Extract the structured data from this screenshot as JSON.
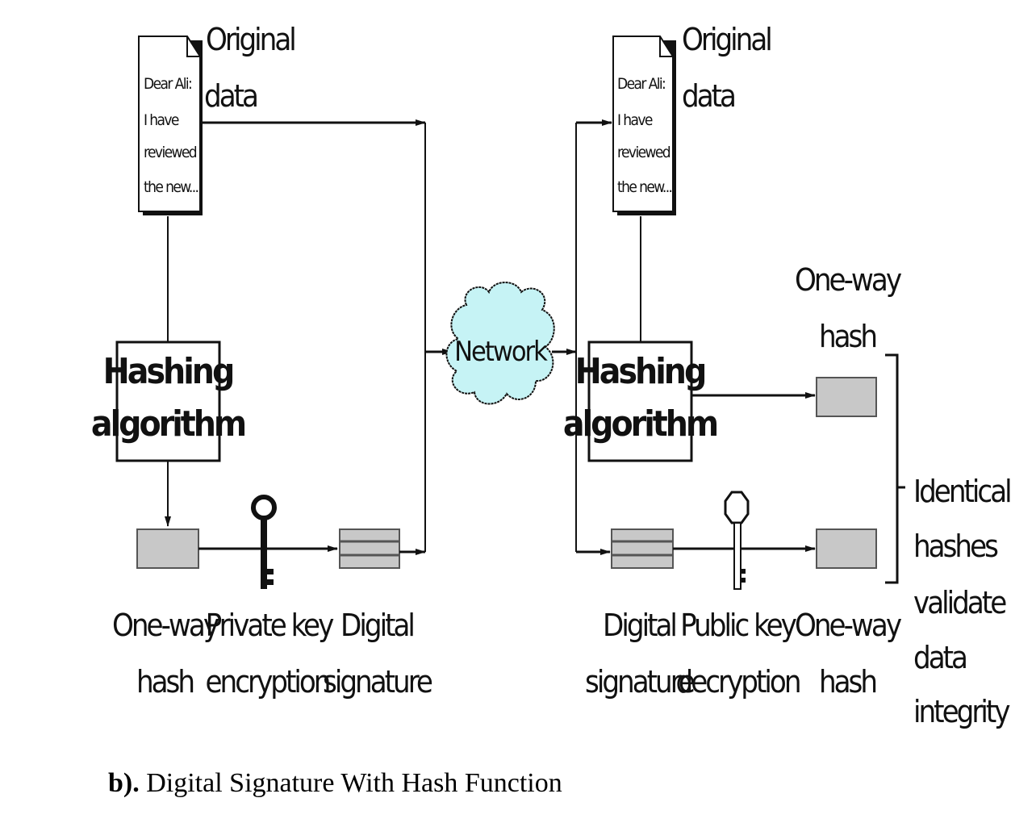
{
  "left": {
    "doc_lines": [
      "Dear Ali:",
      "I have",
      "reviewed",
      "the new..."
    ],
    "original_data": [
      "Original",
      "data"
    ],
    "hashing_algorithm": [
      "Hashing",
      "algorithm"
    ],
    "one_way_hash": [
      "One-way",
      "hash"
    ],
    "private_key_encryption": [
      "Private key",
      "encryption"
    ],
    "digital_signature": [
      "Digital",
      "signature"
    ]
  },
  "network": "Network",
  "right": {
    "doc_lines": [
      "Dear Ali:",
      "I have",
      "reviewed",
      "the new..."
    ],
    "original_data": [
      "Original",
      "data"
    ],
    "hashing_algorithm": [
      "Hashing",
      "algorithm"
    ],
    "one_way_hash_top": [
      "One-way",
      "hash"
    ],
    "digital_signature": [
      "Digital",
      "signature"
    ],
    "public_key_decryption": [
      "Public key",
      "decryption"
    ],
    "one_way_hash_bottom": [
      "One-way",
      "hash"
    ],
    "identical_note": [
      "Identical",
      "hashes",
      "validate",
      "data",
      "integrity"
    ]
  },
  "caption": {
    "prefix": "b).",
    "text": "Digital Signature With Hash Function"
  },
  "colors": {
    "line": "#111111",
    "hash_box_fill": "#c8c8c8",
    "cloud_fill": "#c6f3f5"
  }
}
